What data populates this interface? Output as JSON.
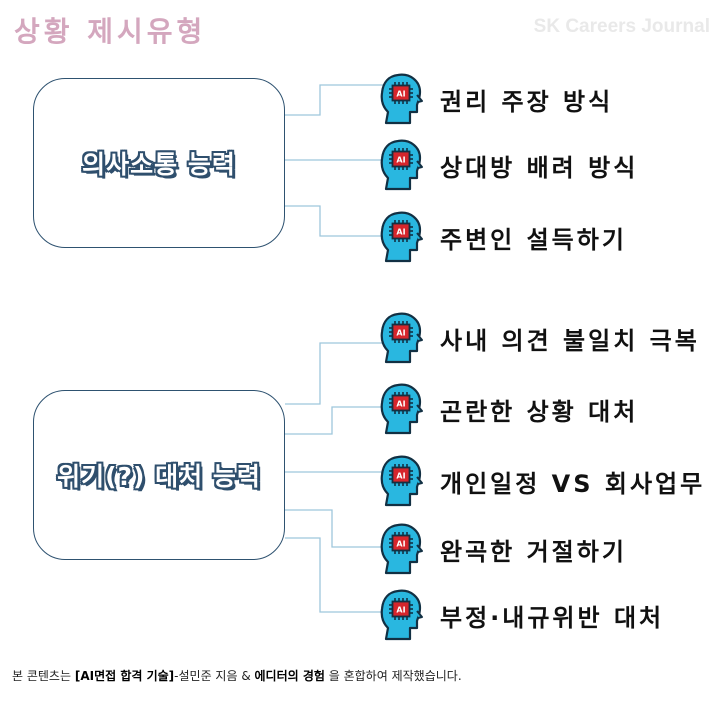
{
  "title": "상황 제시유형",
  "watermark": "SK Careers Journal",
  "groups": [
    {
      "label": "의사소통 능력",
      "items": [
        "권리 주장 방식",
        "상대방 배려 방식",
        "주변인 설득하기"
      ]
    },
    {
      "label": "위기(?) 대처 능력",
      "items": [
        "사내 의견 불일치 극복",
        "곤란한 상황 대처",
        "개인일정 VS 회사업무",
        "완곡한 거절하기",
        "부정·내규위반 대처"
      ]
    }
  ],
  "icon_text": "AI",
  "footer": {
    "prefix": "본 콘텐츠는 ",
    "book": "[AI면접 합격 기술]",
    "author": "-설민준 지음 & ",
    "editor": "에디터의 경험",
    "suffix": " 을 혼합하여 제작했습니다."
  },
  "colors": {
    "icon_fill": "#29b7e0",
    "icon_stroke": "#123043",
    "chip": "#d6262c",
    "box_border": "#2e5270",
    "title": "#d4a7be"
  }
}
